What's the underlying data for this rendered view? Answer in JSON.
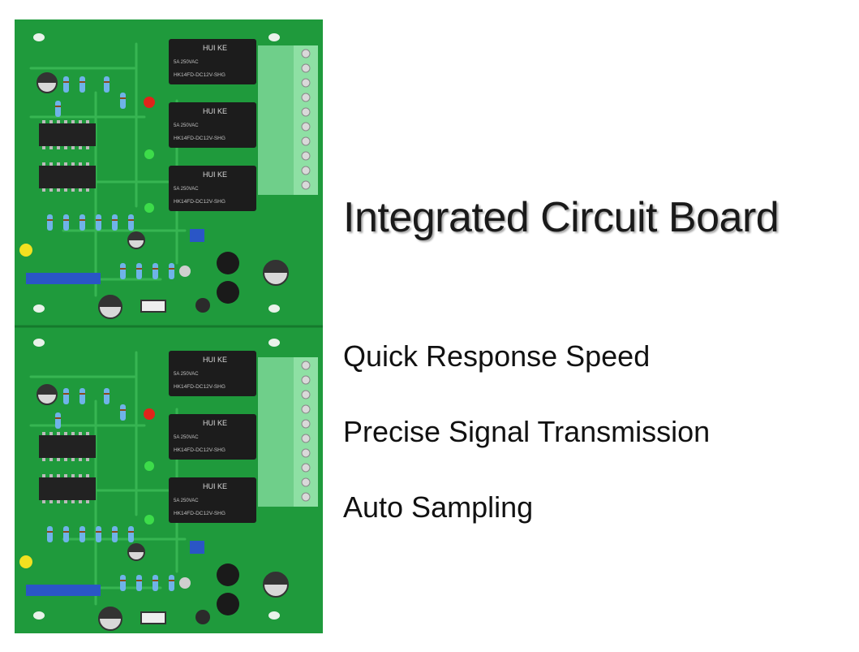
{
  "heading": "Integrated Circuit Board",
  "features": [
    "Quick Response Speed",
    "Precise Signal Transmission",
    "Auto Sampling"
  ],
  "board": {
    "relay_labels": [
      "HUI KE",
      "HUI KE",
      "HUI KE",
      "HUI KE",
      "HUI KE",
      "HUI KE"
    ],
    "relay_models": [
      "HK14FD-DC12V-SHG",
      "HK14FD-DC12V-SHG",
      "HK14FD-DC12V-SHG",
      "HK14FD-DC12V-SHG",
      "HK14FD-DC12V-SHG",
      "HK14FD-DC12V-SHG"
    ],
    "relay_ratings": [
      "5A 250VAC",
      "5A 250VAC",
      "5A 250VAC",
      "5A 250VAC",
      "5A 250VAC",
      "5A 250VAC"
    ],
    "colors": {
      "pcb": "#1f9a3c",
      "pcb_dark": "#157a2c",
      "trace": "#37b552",
      "relay": "#1c1c1c",
      "terminal": "#6fcf8a",
      "trimmer": "#2a56c6",
      "led_red": "#e0241a",
      "led_green": "#3ddc4a",
      "led_yellow": "#f2e020"
    }
  }
}
